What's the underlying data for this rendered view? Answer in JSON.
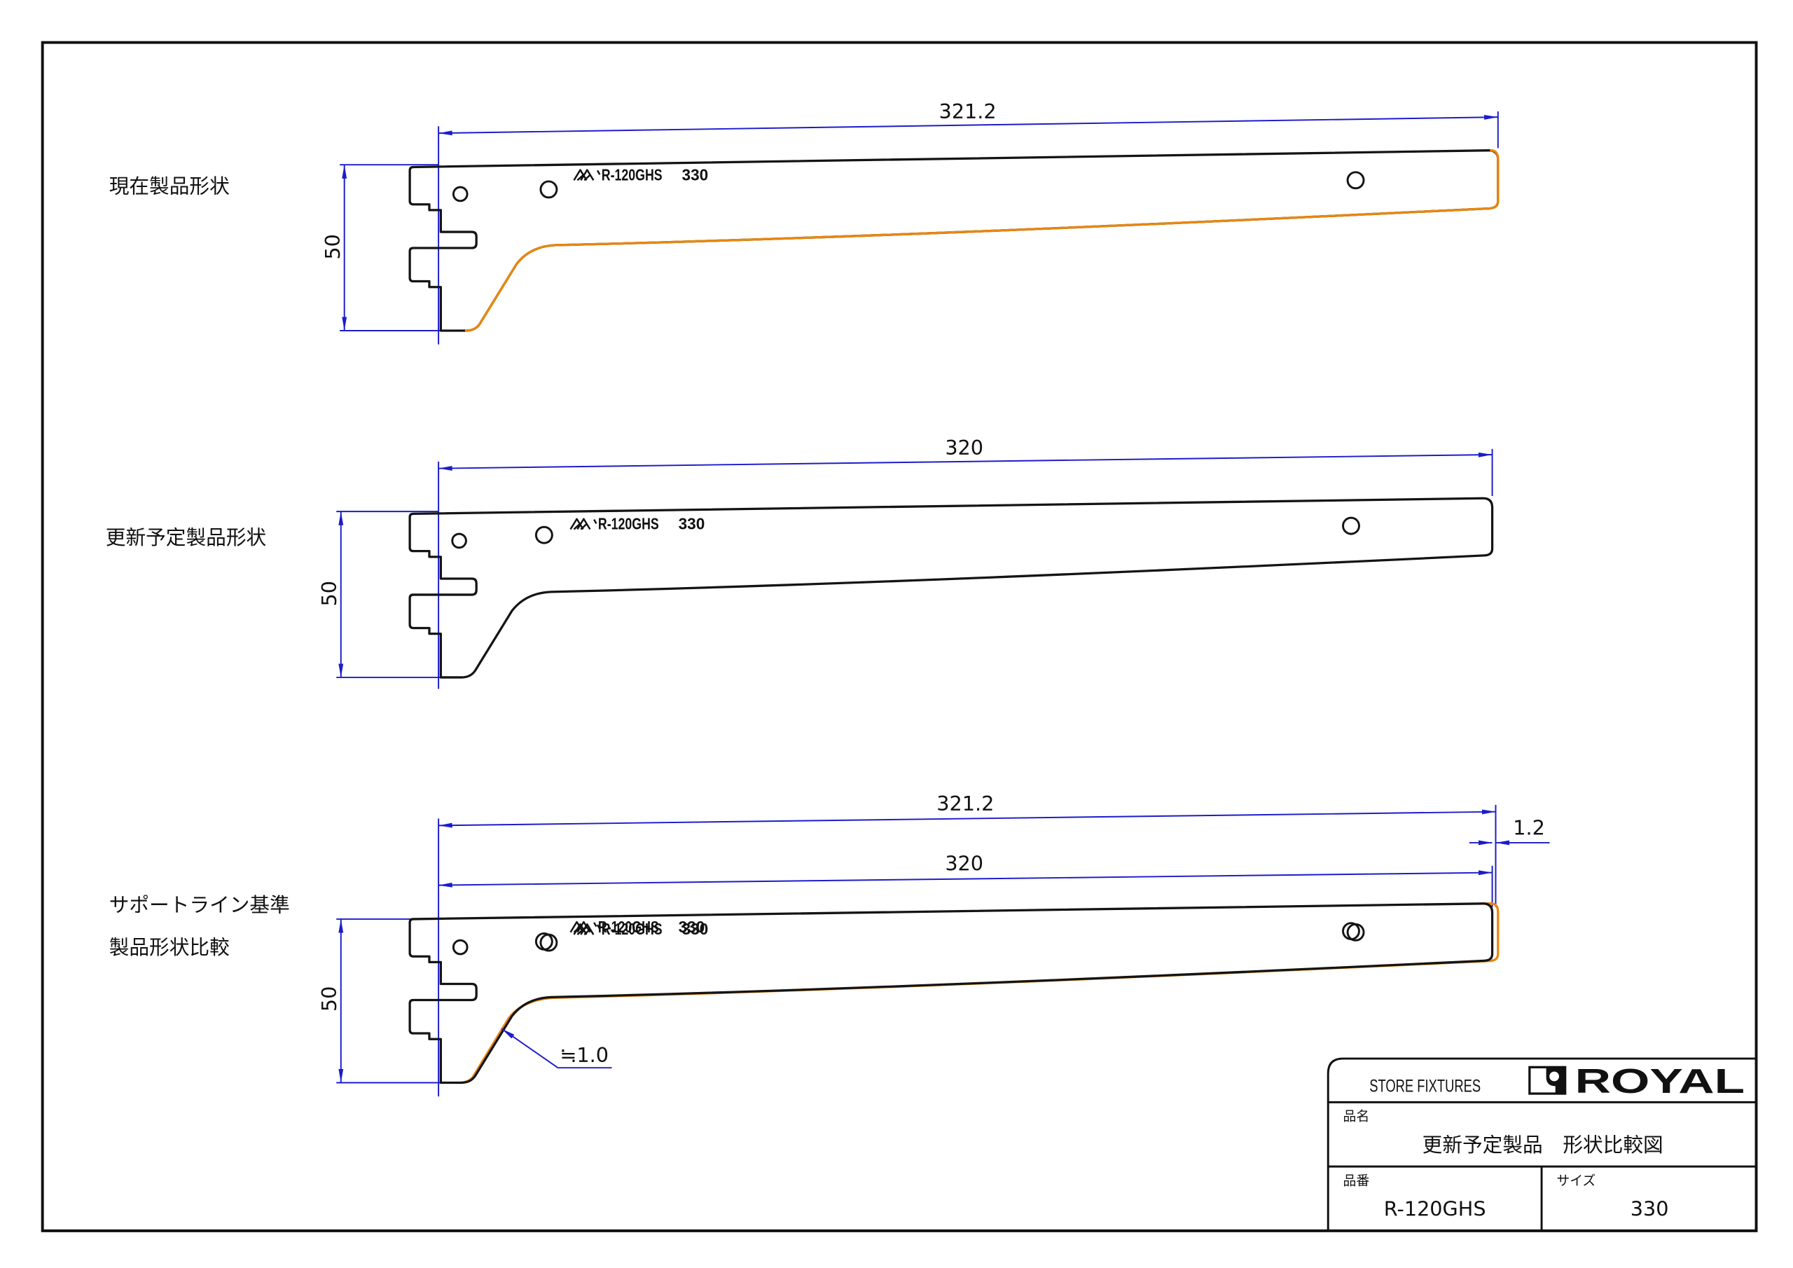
{
  "colors": {
    "outline": "#141414",
    "previous_outline": "#e8870e",
    "dimension": "#1c1ccc"
  },
  "icons": {
    "engraving_mark": "maker-mark-icon",
    "brand_logo": "royal-logo-icon"
  },
  "drawings": [
    {
      "label": "現在製品形状",
      "dimensions": {
        "length": "321.2",
        "height": "50"
      },
      "engraving": {
        "model": "R-120GHS",
        "size": "330"
      }
    },
    {
      "label": "更新予定製品形状",
      "dimensions": {
        "length": "320",
        "height": "50"
      },
      "engraving": {
        "model": "R-120GHS",
        "size": "330"
      }
    },
    {
      "label_lines": [
        "サポートライン基準",
        "製品形状比較"
      ],
      "dimensions": {
        "length_current": "321.2",
        "length_updated": "320",
        "length_difference": "1.2",
        "height": "50",
        "offset": "≒1.0"
      },
      "engraving": {
        "model": "R-120GHS",
        "size": "330"
      }
    }
  ],
  "title_block": {
    "tagline": "STORE FIXTURES",
    "brand": "ROYAL",
    "product_name_label": "品名",
    "product_name": "更新予定製品　形状比較図",
    "part_number_label": "品番",
    "part_number": "R-120GHS",
    "size_label": "サイズ",
    "size": "330"
  }
}
